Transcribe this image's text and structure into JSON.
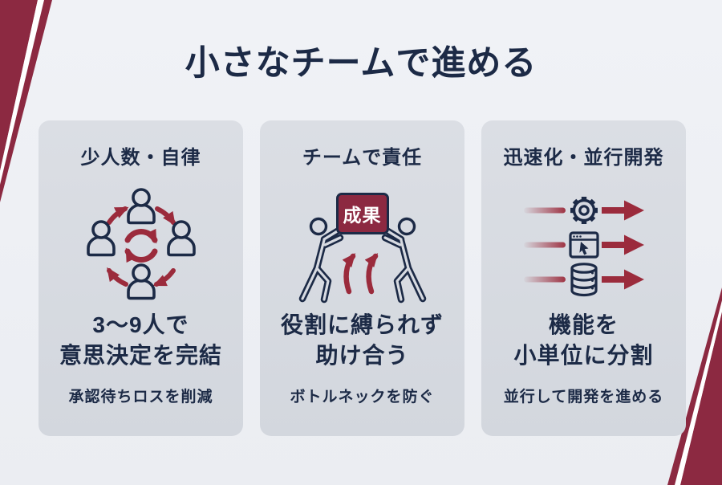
{
  "title": "小さなチームで進める",
  "colors": {
    "bg": "#eef0f4",
    "card": "#d7dae1",
    "navy": "#1c2a46",
    "maroon": "#8c2941",
    "arrow": "#9b2b3c",
    "white": "#ffffff"
  },
  "cards": [
    {
      "title": "少人数・自律",
      "icon": "people-cycle-icon",
      "main_line1": "3〜9人で",
      "main_line2": "意思決定を完結",
      "sub": "承認待ちロスを削減"
    },
    {
      "title": "チームで責任",
      "icon": "team-lift-icon",
      "badge": "成果",
      "main_line1": "役割に縛られず",
      "main_line2": "助け合う",
      "sub": "ボトルネックを防ぐ"
    },
    {
      "title": "迅速化・並行開発",
      "icon": "parallel-arrows-icon",
      "main_line1": "機能を",
      "main_line2": "小単位に分割",
      "sub": "並行して開発を進める"
    }
  ]
}
